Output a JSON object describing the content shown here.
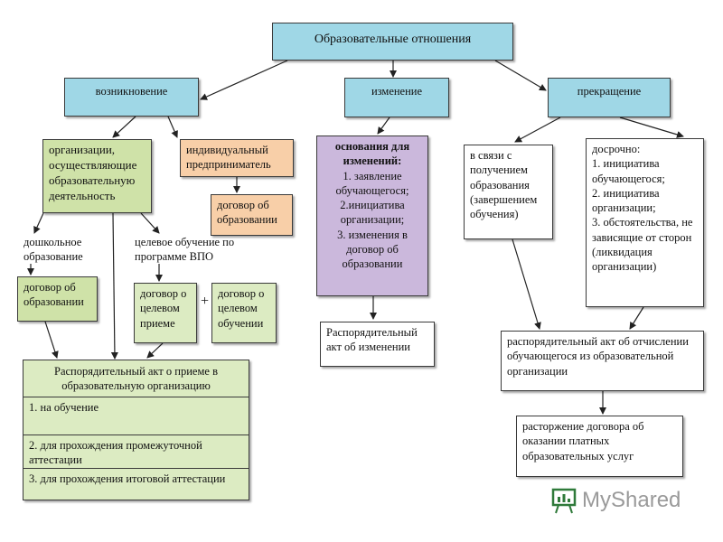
{
  "title": "Образовательные отношения",
  "stages": {
    "start": "возникновение",
    "change": "изменение",
    "end": "прекращение"
  },
  "start": {
    "org": "организации, осуществляющие образовательную деятельность",
    "ip": "индивидуальный предприниматель",
    "ip_contract": "договор об образовании",
    "preschool_label": "дошкольное образование",
    "preschool_contract": "договор об образовании",
    "target_label": "целевое обучение по программе ВПО",
    "target_admission": "договор о целевом приеме",
    "plus": "+",
    "target_training": "договор о целевом обучении",
    "admission_act": {
      "title": "Распорядительный акт о приеме в образовательную организацию",
      "items": [
        "1. на обучение",
        "2. для прохождения промежуточной аттестации",
        "3. для прохождения итоговой аттестации"
      ]
    }
  },
  "change": {
    "grounds_title": "основания для изменений:",
    "grounds_items": [
      "1. заявление обучающегося;",
      "2.инициатива организации;",
      "3. изменения в договор об образовании"
    ],
    "act": "Распорядительный акт об изменении"
  },
  "end": {
    "completion": "в связи с получением образования (завершением обучения)",
    "early_title": "досрочно:",
    "early_items": [
      "1. инициатива обучающегося;",
      "2. инициатива организации;",
      "3. обстоятельства, не зависящие от сторон (ликвидация организации)"
    ],
    "expulsion_act": "распорядительный акт об отчислении обучающегося из образовательной организации",
    "termination": "расторжение договора об оказании платных образовательных услуг"
  },
  "logo": {
    "text": "MyShared",
    "icon": "presentation-board-icon"
  },
  "colors": {
    "stage": "#9fd7e6",
    "org": "#cfe2a8",
    "ip": "#f8cfa8",
    "grounds": "#cbb8dc"
  }
}
